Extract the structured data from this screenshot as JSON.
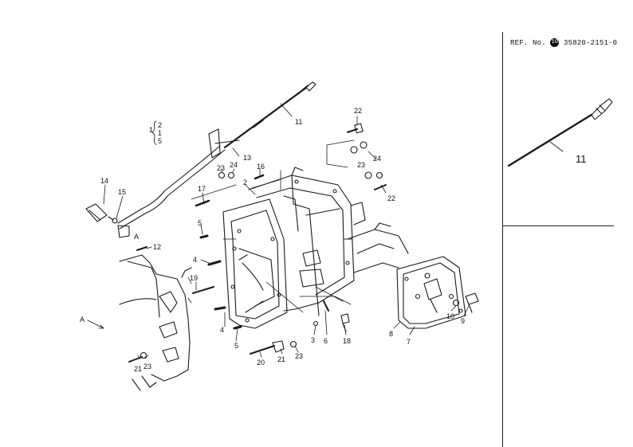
{
  "reference": {
    "prefix": "REF. No.",
    "circle": "10",
    "code": "35820-2151-0"
  },
  "callouts": {
    "c1": "1",
    "c2": "2",
    "c3": "3",
    "c4a": "4",
    "c4b": "4",
    "c5a": "5",
    "c5b": "5",
    "c6": "6",
    "c7": "7",
    "c8": "8",
    "c9": "9",
    "c10": "10",
    "c11": "11",
    "c11b": "11",
    "c12": "12",
    "c13": "13",
    "c14": "14",
    "c15": "15",
    "c16": "16",
    "c17": "17",
    "c18": "18",
    "c19": "19",
    "c20": "20",
    "c21a": "21",
    "c21b": "21",
    "c22a": "22",
    "c22b": "22",
    "c23a": "23",
    "c23b": "23",
    "c23c": "23",
    "c23d": "23",
    "c24a": "24",
    "c24b": "24",
    "c25": "5",
    "c2b": "2",
    "c1b": "1"
  },
  "markers": {
    "a1": "A",
    "a2": "A"
  }
}
